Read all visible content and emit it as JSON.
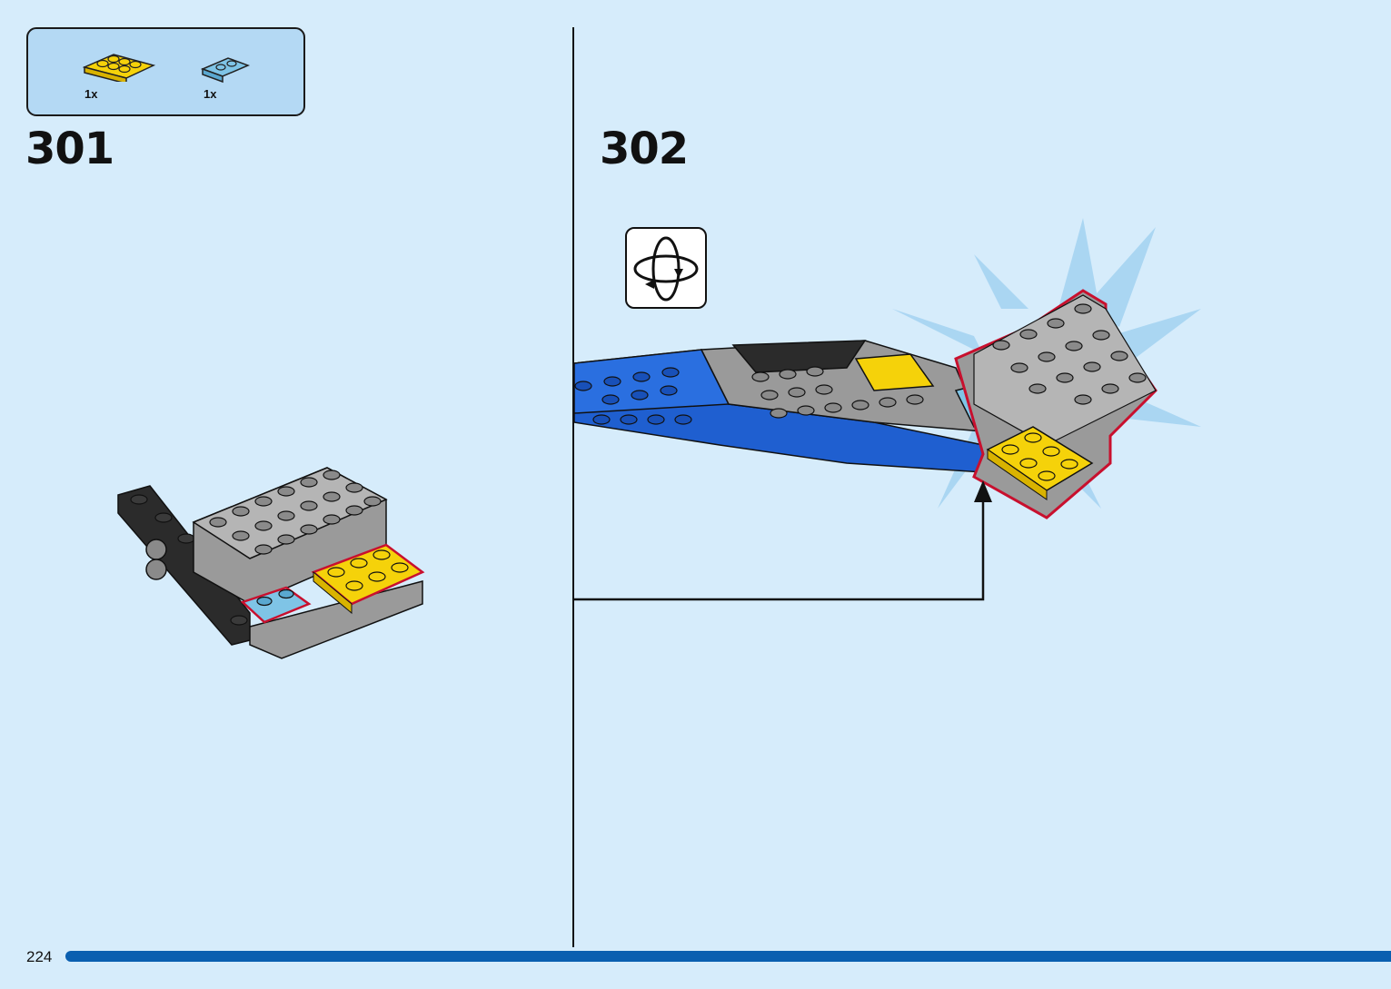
{
  "parts_list": [
    {
      "name": "yellow-plate-2x3",
      "color": "#f5d20a",
      "quantity": "1x"
    },
    {
      "name": "light-blue-plate-1x2",
      "color": "#7fc4e6",
      "quantity": "1x"
    }
  ],
  "steps": [
    {
      "number": "301"
    },
    {
      "number": "302"
    }
  ],
  "page": {
    "number": "224",
    "background": "#d6ecfb",
    "accent": "#0a5fb0"
  },
  "icons": {
    "rotate": "rotate-model-icon",
    "arrow": "arrow-up-icon"
  },
  "colors": {
    "brick_gray": "#9a9a9a",
    "brick_dark": "#2b2b2b",
    "brick_blue": "#1f5fd0",
    "highlight_red": "#c8102e"
  }
}
